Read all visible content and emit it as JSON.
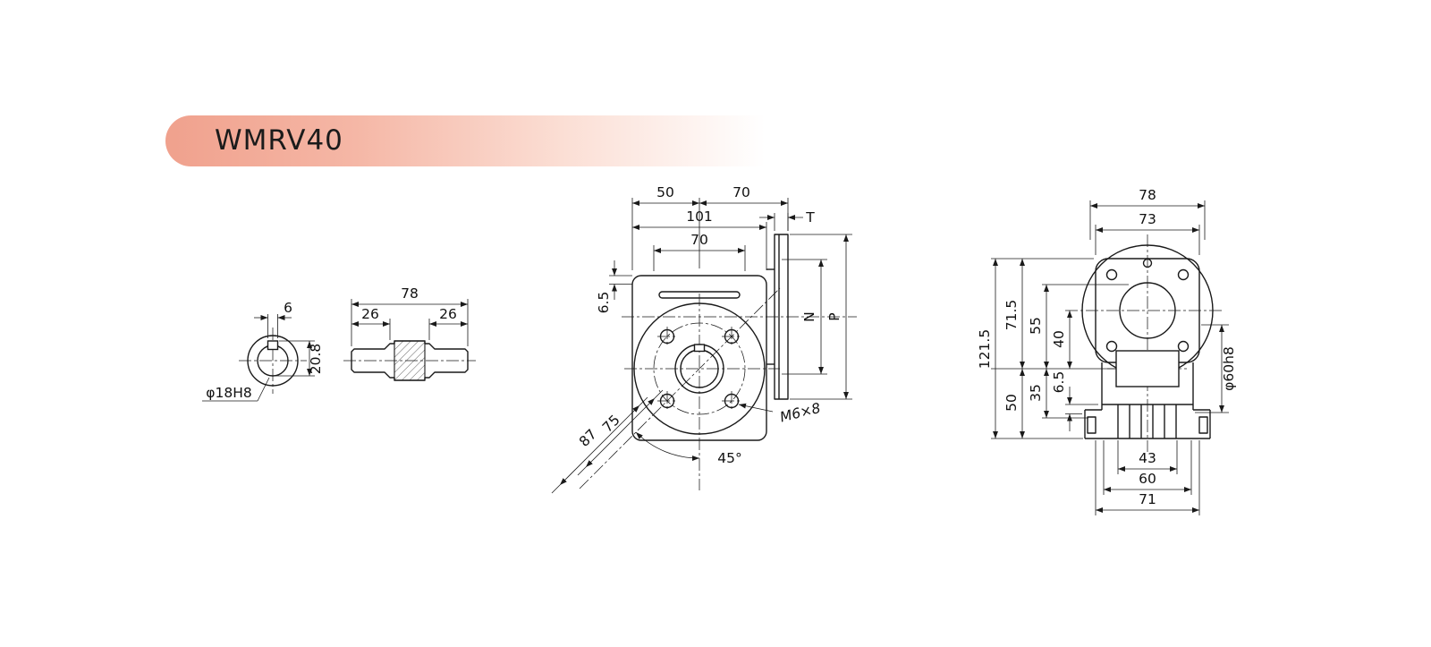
{
  "banner": {
    "title": "WMRV40",
    "gradient_from": "#f0a18d",
    "gradient_to": "#ffffff"
  },
  "drawing": {
    "shaft_section": {
      "keyway_width": "6",
      "bore_dia": "φ18H8",
      "keyway_depth": "20.8"
    },
    "shaft_side": {
      "total_length": "78",
      "left_section": "26",
      "right_section": "26"
    },
    "front_view": {
      "dim_50": "50",
      "dim_70_top": "70",
      "dim_101": "101",
      "dim_70_flange": "70",
      "dim_6_5": "6.5",
      "dim_T": "T",
      "dim_N": "N",
      "dim_P": "P",
      "tap_label": "M6×8",
      "angle": "45°",
      "dim_75": "75",
      "dim_87": "87"
    },
    "side_view": {
      "dim_78": "78",
      "dim_73": "73",
      "dim_121_5": "121.5",
      "dim_71_5": "71.5",
      "dim_55": "55",
      "dim_40": "40",
      "dim_50": "50",
      "dim_35": "35",
      "dim_6_5": "6.5",
      "hub_dia": "φ60h8",
      "dim_43": "43",
      "dim_60": "60",
      "dim_71": "71"
    }
  }
}
